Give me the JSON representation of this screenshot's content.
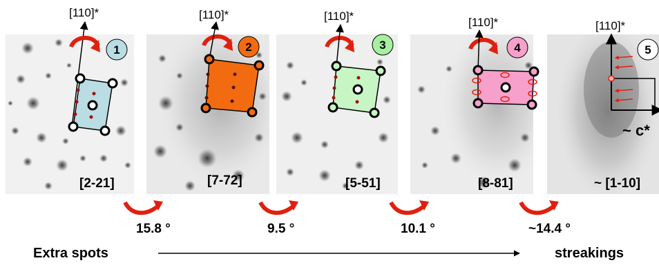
{
  "colors": {
    "panel1_cell": "#b9dde3",
    "panel1_badge": "#b9dde3",
    "panel2_cell": "#f26b10",
    "panel2_badge": "#f26b10",
    "panel3_cell": "#c8f5c4",
    "panel3_badge": "#a6f0a0",
    "panel4_cell": "#f7a0cb",
    "panel4_badge": "#f7a0cb",
    "panel5_badge": "#ffffff",
    "rotation_arrow": "#e0200f",
    "extra_spot": "#a01010"
  },
  "axis_label": "[110]*",
  "panels": [
    {
      "number": "1",
      "zone_axis": "[2-21]"
    },
    {
      "number": "2",
      "zone_axis": "[7-72]"
    },
    {
      "number": "3",
      "zone_axis": "[5-51]"
    },
    {
      "number": "4",
      "zone_axis": "[8-81]"
    },
    {
      "number": "5",
      "zone_axis": "~ [1-10]"
    }
  ],
  "c_star_label": "~ c*",
  "angles": [
    "15.8 °",
    "9.5 °",
    "10.1 °",
    "~14.4 °"
  ],
  "bottom": {
    "left_label": "Extra spots",
    "right_label": "streakings"
  }
}
